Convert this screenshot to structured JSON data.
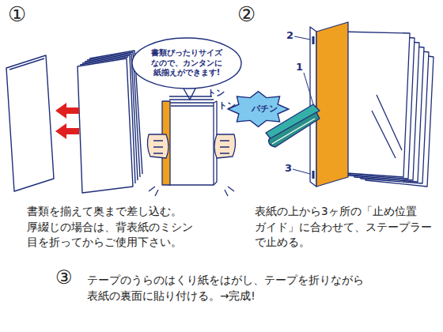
{
  "diagram": {
    "nodes": [
      {
        "text": [
          "書類ぴったりサイズ なので、カンタンに 紙揃えができます!"
        ]
      },
      {
        "text": [
          "パチン"
        ]
      }
    ],
    "labels": [
      "①",
      "②",
      "③",
      "トン",
      "トン",
      "書類を揃えて奥まで差し込む。 厚綴じの場合は、背表紙のミシン 目を折ってからご使用下さい。",
      "2",
      "1",
      "3",
      "表紙の上から3ヶ所の「止め位置 ガイド」に合わせて、ステープラー で止める。",
      "テープのうらのはくり紙をはがし、テープを折りながら 表紙の裏面に貼り付ける。→完成!"
    ]
  }
}
